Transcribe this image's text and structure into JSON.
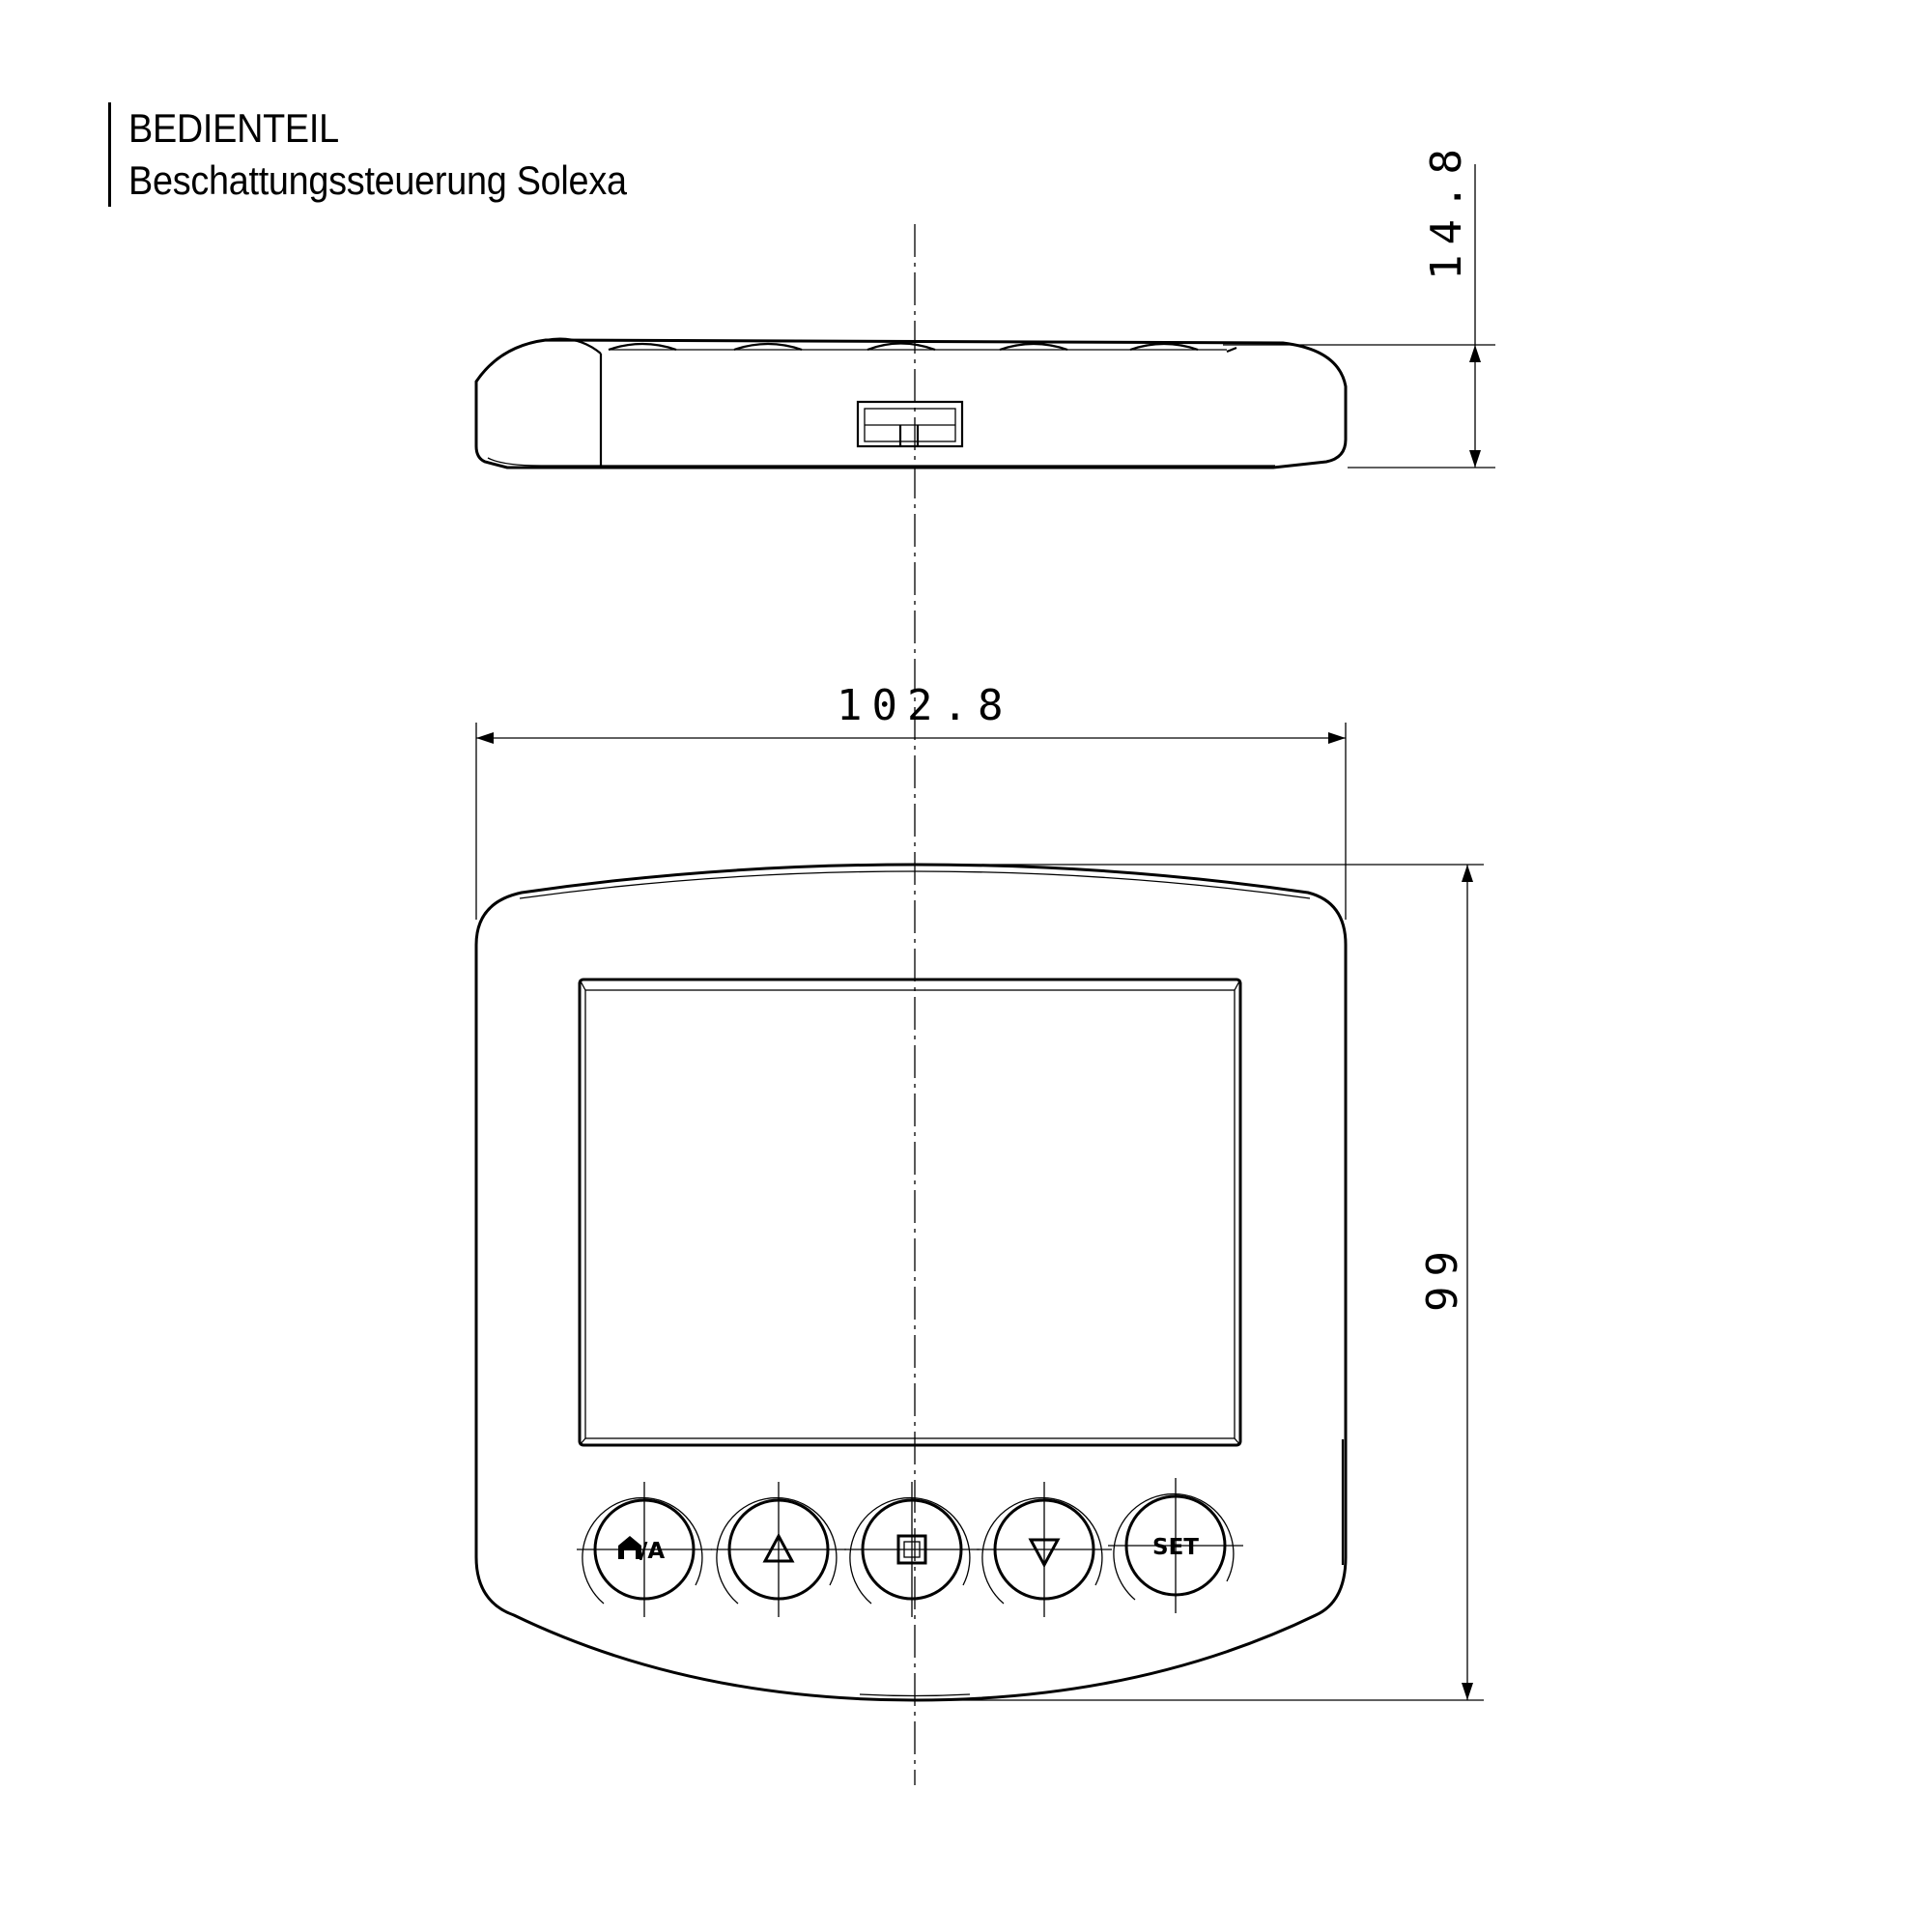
{
  "title": {
    "line1": "BEDIENTEIL",
    "line2": "Beschattungssteuerung Solexa"
  },
  "dimensions": {
    "height": "14.8",
    "width": "102.8",
    "depth": "99"
  },
  "buttons": [
    {
      "name": "home-auto",
      "label": "/A",
      "icon": "house-icon"
    },
    {
      "name": "up",
      "label": "",
      "icon": "triangle-up-icon"
    },
    {
      "name": "stop",
      "label": "",
      "icon": "square-stop-icon"
    },
    {
      "name": "down",
      "label": "",
      "icon": "triangle-down-icon"
    },
    {
      "name": "set",
      "label": "SET",
      "icon": "set-icon"
    }
  ]
}
